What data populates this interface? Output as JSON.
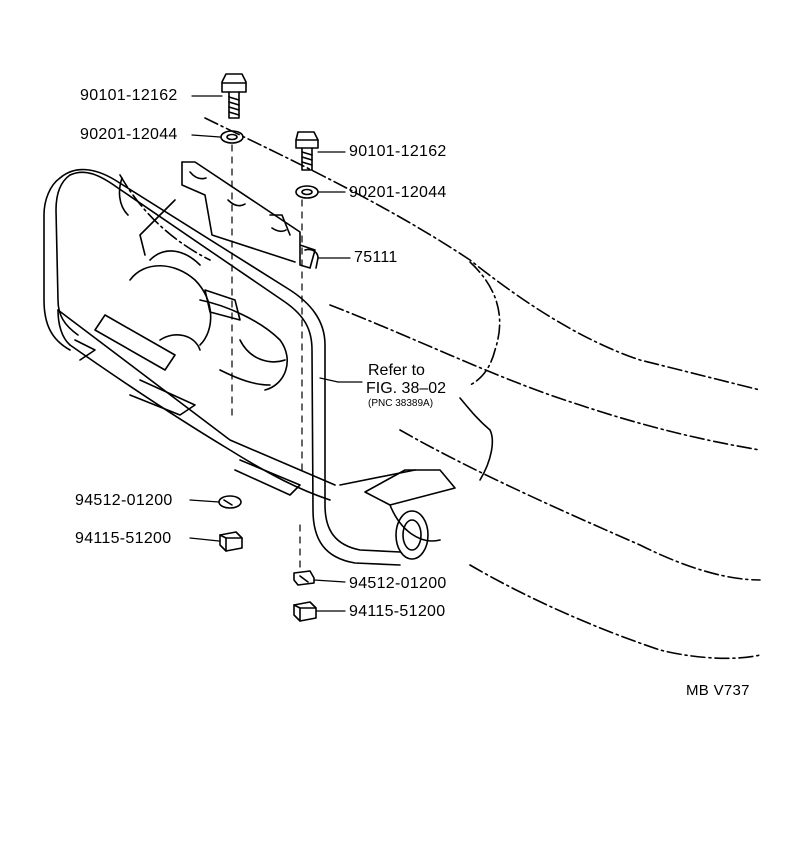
{
  "callouts": {
    "bolt_top_left": "90101-12162",
    "washer_top_left": "90201-12044",
    "bolt_top_right": "90101-12162",
    "washer_top_right": "90201-12044",
    "bracket": "75111",
    "spring_washer_left": "94512-01200",
    "nut_left": "94115-51200",
    "spring_washer_right": "94512-01200",
    "nut_right": "94115-51200"
  },
  "reference": {
    "line1": "Refer to",
    "line2": "FIG. 38–02",
    "line3": "(PNC 38389A)"
  },
  "diagram_code": "MB V737"
}
